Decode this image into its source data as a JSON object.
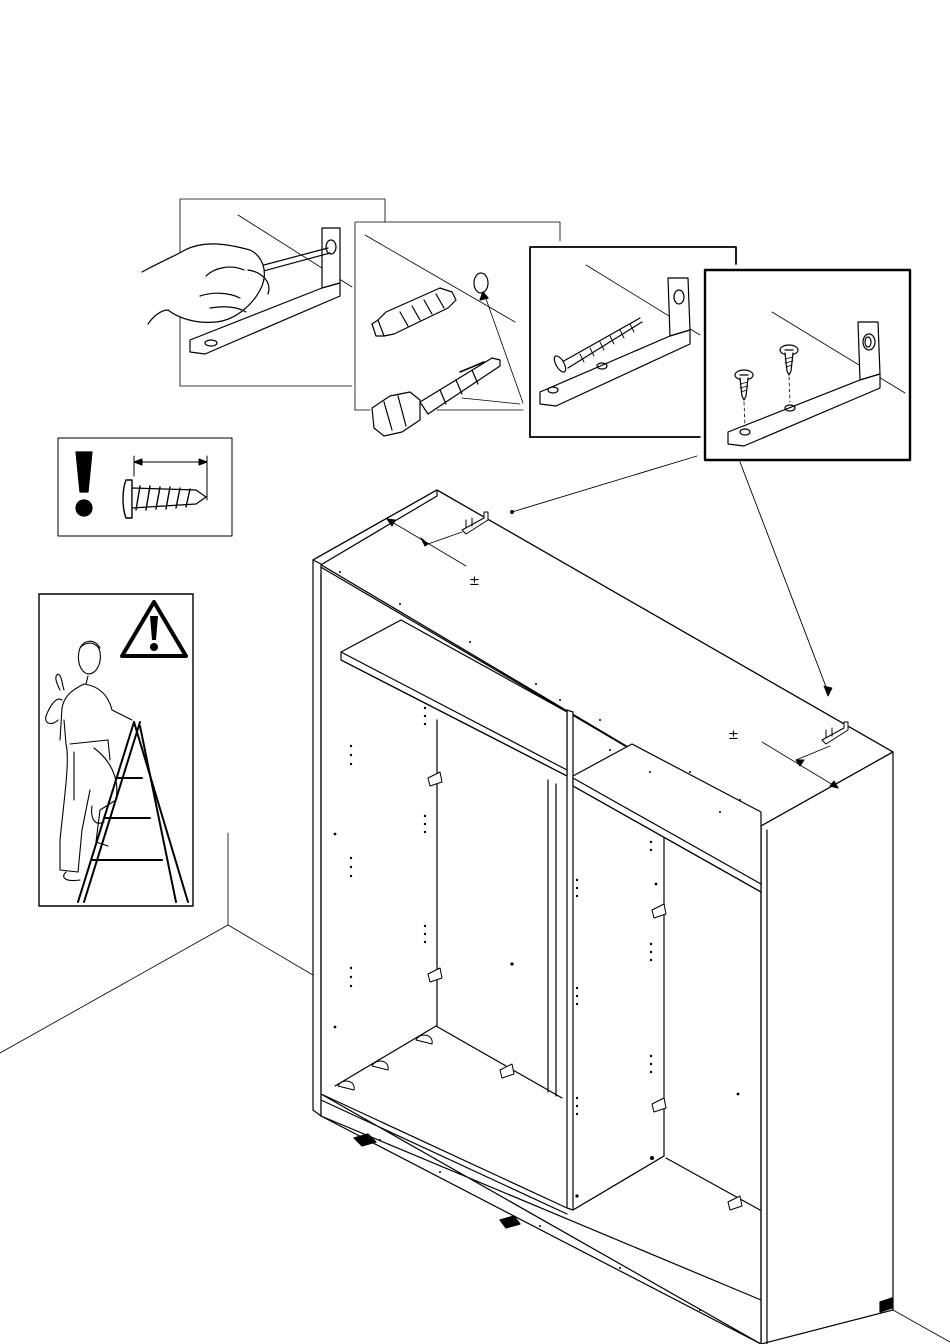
{
  "diagram": {
    "type": "assembly-instruction",
    "colors": {
      "ink": "#000000",
      "paper": "#ffffff"
    },
    "steps": [
      {
        "id": "mark-hole",
        "icon": "pencil-marking-icon"
      },
      {
        "id": "wall-plug",
        "icon": "wall-plug-icon"
      },
      {
        "id": "screw-into-wall",
        "icon": "wall-screw-icon"
      },
      {
        "id": "screw-into-wardrobe",
        "icon": "bracket-screws-icon"
      }
    ],
    "notices": [
      {
        "id": "screw-length-note",
        "icon": "exclamation-icon"
      },
      {
        "id": "ladder-safety-warning",
        "icon": "warning-triangle-icon"
      }
    ],
    "annotations": {
      "tolerance_symbol": "±"
    }
  }
}
